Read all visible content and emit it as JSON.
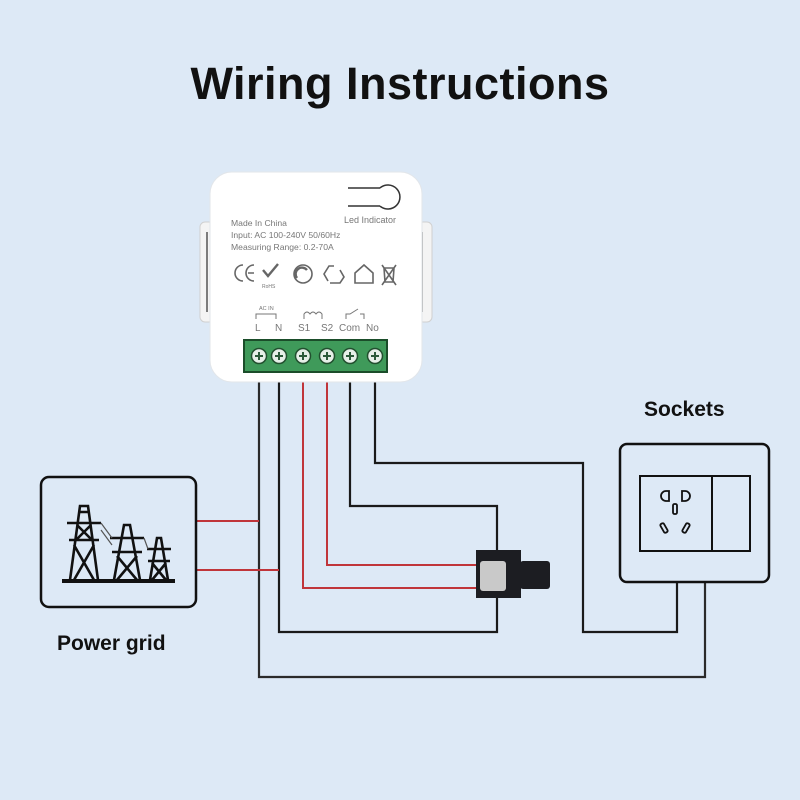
{
  "title": "Wiring Instructions",
  "device": {
    "led_indicator_label": "Led Indicator",
    "info_lines": [
      "Made In China",
      "Input: AC 100-240V 50/60Hz",
      "Measuring Range: 0.2-70A"
    ],
    "certifications": [
      "CE",
      "RoHS",
      "green-dot",
      "recycle",
      "home",
      "weee-bin"
    ],
    "rohs_label": "RoHS",
    "ac_in_label": "AC IN",
    "terminals": [
      "L",
      "N",
      "S1",
      "S2",
      "Com",
      "No"
    ],
    "terminal_color": "#3f9a5a"
  },
  "power_grid": {
    "label": "Power grid",
    "icon": "transmission-towers-icon"
  },
  "sockets": {
    "label": "Sockets",
    "icon": "wall-socket-icon"
  },
  "current_transformer": {
    "icon": "current-clamp-icon"
  },
  "wires": {
    "neutral_color": "#1a1a1a",
    "signal_color": "#c0353a",
    "connections": [
      {
        "from": "L",
        "to": "Power grid / Sockets"
      },
      {
        "from": "N",
        "to": "Power grid / Current clamp"
      },
      {
        "from": "S1",
        "to": "Current clamp"
      },
      {
        "from": "S2",
        "to": "Current clamp"
      },
      {
        "from": "Com",
        "to": "Current clamp"
      },
      {
        "from": "No",
        "to": "Sockets"
      }
    ]
  }
}
